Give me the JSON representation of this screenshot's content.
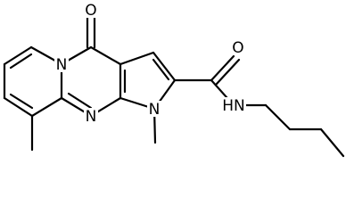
{
  "diagram": {
    "type": "chemical-structure",
    "bond_color": "#000000",
    "background": "#ffffff",
    "atoms": {
      "carbonyl_oxygen": "O",
      "ring_nitrogen_bridgehead": "N",
      "ring_nitrogen_pyrimidine": "N",
      "ring_nitrogen_pyrrole": "N",
      "amide_oxygen": "O",
      "amide_nh": "HN"
    }
  }
}
